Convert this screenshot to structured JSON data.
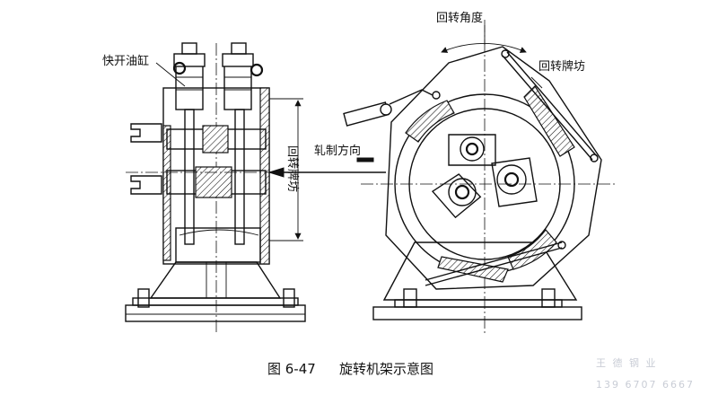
{
  "labels": {
    "quick_cylinder": "快开油缸",
    "left_housing": "回转牌坊",
    "rotation_angle": "回转角度",
    "right_housing": "回转牌坊",
    "rolling_direction": "轧制方向"
  },
  "caption": {
    "figure_number": "图 6-47",
    "title": "旋转机架示意图"
  },
  "watermark": {
    "line1": "王 德 钢 业",
    "line2": "139 6707 6667"
  }
}
